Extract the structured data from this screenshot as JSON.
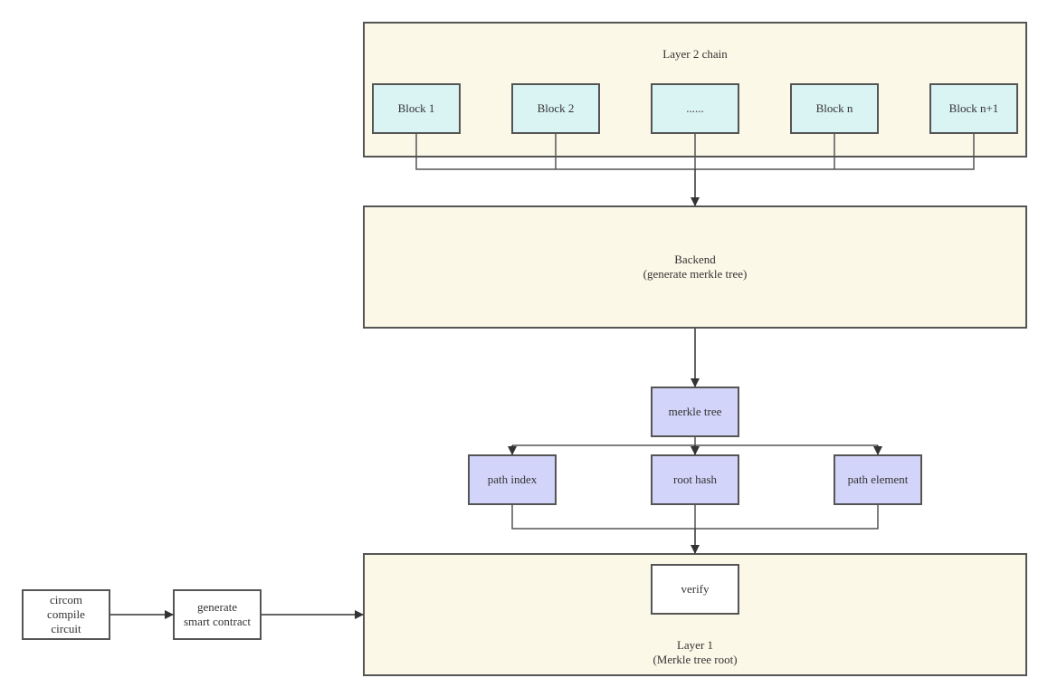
{
  "layer2": {
    "title": "Layer 2 chain",
    "blocks": [
      "Block 1",
      "Block 2",
      "......",
      "Block n",
      "Block n+1"
    ]
  },
  "backend": {
    "label": "Backend\n(generate merkle tree)"
  },
  "merkle": {
    "tree": "merkle tree",
    "path_index": "path index",
    "root_hash": "root hash",
    "path_element": "path element"
  },
  "layer1": {
    "verify": "verify",
    "label": "Layer 1\n(Merkle tree root)"
  },
  "pipeline": {
    "circom": "circom\ncompile\ncircuit",
    "generate": "generate\nsmart contract"
  },
  "colors": {
    "container": "#fcf8e8",
    "block": "#daf3f3",
    "tree": "#d2d4f9",
    "stroke": "#555555"
  }
}
